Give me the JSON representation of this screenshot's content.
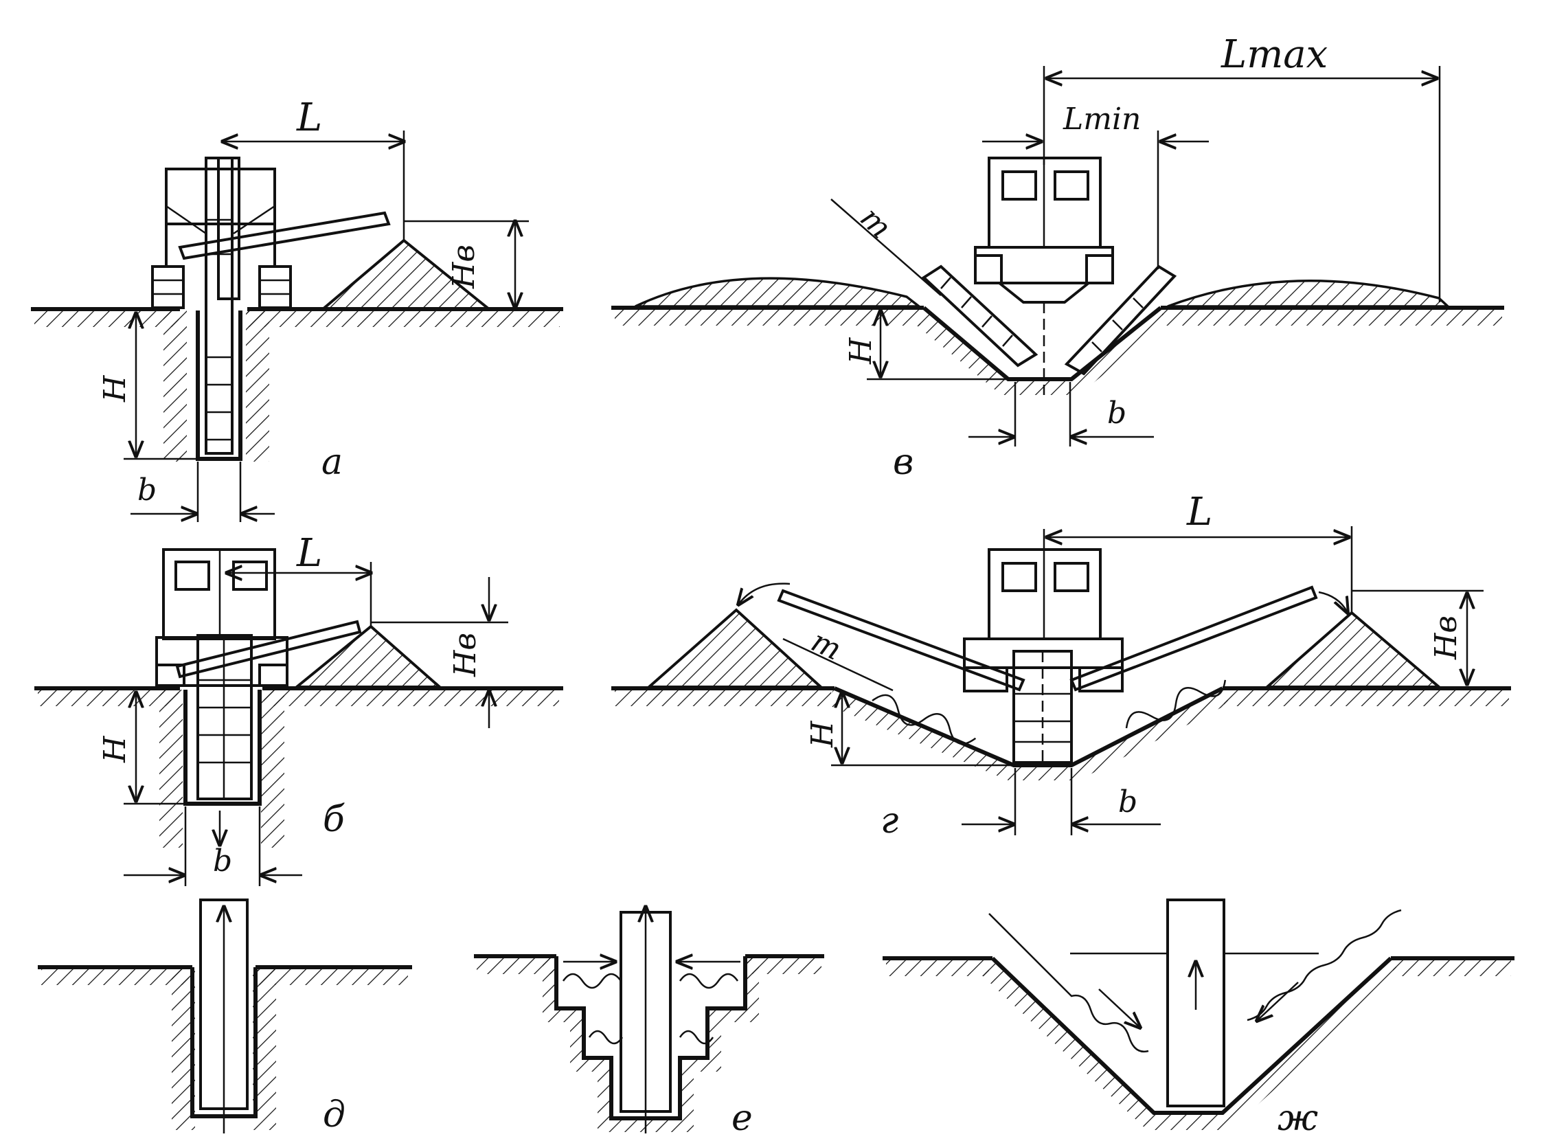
{
  "labels": {
    "a": {
      "L": "L",
      "Hv": "Hв",
      "H": "H",
      "b": "b",
      "caption": "а"
    },
    "b": {
      "L": "L",
      "Hv": "Hв",
      "H": "H",
      "b": "b",
      "caption": "б"
    },
    "v": {
      "Lmax": "Lmax",
      "Lmin": "Lmin",
      "m": "m",
      "H": "H",
      "b": "b",
      "caption": "в"
    },
    "g": {
      "L": "L",
      "Hv": "Hв",
      "m": "m",
      "H": "H",
      "b": "b",
      "caption": "г"
    },
    "d": {
      "caption": "д"
    },
    "e": {
      "caption": "е"
    },
    "zh": {
      "caption": "ж"
    }
  }
}
